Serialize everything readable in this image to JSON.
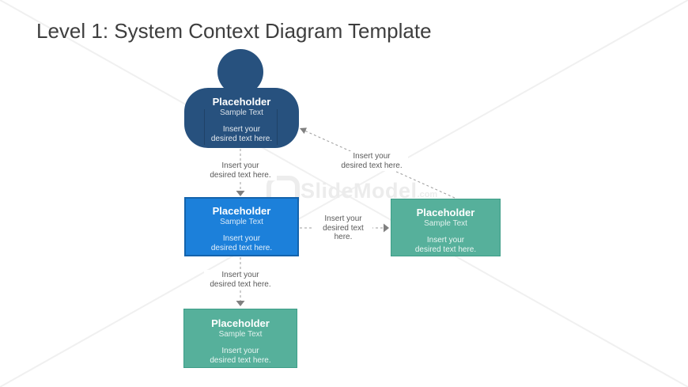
{
  "slide": {
    "title": "Level 1: System Context Diagram Template"
  },
  "watermark": {
    "brand": "SlideModel",
    "suffix": ".com"
  },
  "colors": {
    "navy_actor": "#27517E",
    "blue_box": "#1C80DA",
    "blue_box_border": "#1463AC",
    "green_box": "#56B09B",
    "green_box_border": "#3E9E88",
    "connector_gray": "#9C9C9C",
    "label_text": "#595959",
    "title_text": "#3E3E3E",
    "watermark_gray": "#ECECEC"
  },
  "nodes": {
    "person": {
      "title": "Placeholder",
      "subtitle": "Sample Text",
      "body": [
        "Insert your",
        "desired text here."
      ]
    },
    "system": {
      "title": "Placeholder",
      "subtitle": "Sample Text",
      "body": [
        "Insert your",
        "desired text here."
      ]
    },
    "external_right": {
      "title": "Placeholder",
      "subtitle": "Sample Text",
      "body": [
        "Insert your",
        "desired text here."
      ]
    },
    "external_bottom": {
      "title": "Placeholder",
      "subtitle": "Sample Text",
      "body": [
        "Insert your",
        "desired text here."
      ]
    }
  },
  "connectors": {
    "person_to_system": {
      "label": [
        "Insert your",
        "desired text here."
      ]
    },
    "external_right_to_person": {
      "label": [
        "Insert your",
        "desired text here."
      ]
    },
    "system_to_external_right": {
      "label": [
        "Insert your",
        "desired text",
        "here."
      ]
    },
    "system_to_external_bottom": {
      "label": [
        "Insert your",
        "desired text here."
      ]
    }
  }
}
